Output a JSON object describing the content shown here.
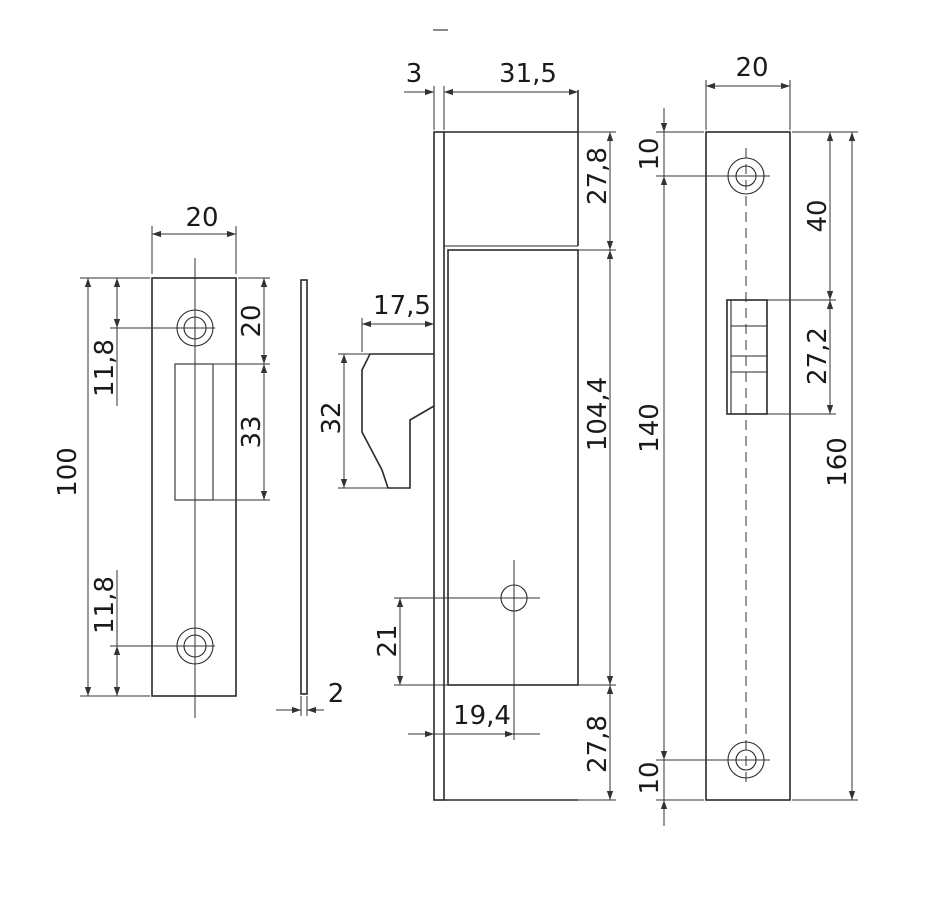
{
  "dimensions": {
    "strike_width": "20",
    "strike_height": "100",
    "strike_hole_top": "11,8",
    "strike_hole_bottom": "11,8",
    "strike_top_to_slot": "20",
    "strike_slot": "33",
    "strike_thickness": "2",
    "faceplate_thickness": "3",
    "case_depth": "31,5",
    "case_top_margin": "27,8",
    "case_body": "104,4",
    "case_bottom_margin": "27,8",
    "bolt_projection": "17,5",
    "bolt_height": "32",
    "spindle_height": "21",
    "spindle_offset": "19,4",
    "front_width": "20",
    "front_hole_top": "10",
    "front_hole_bottom": "10",
    "front_top_to_bolt": "40",
    "front_bolt": "27,2",
    "front_hole_pitch": "140",
    "front_height": "160"
  }
}
